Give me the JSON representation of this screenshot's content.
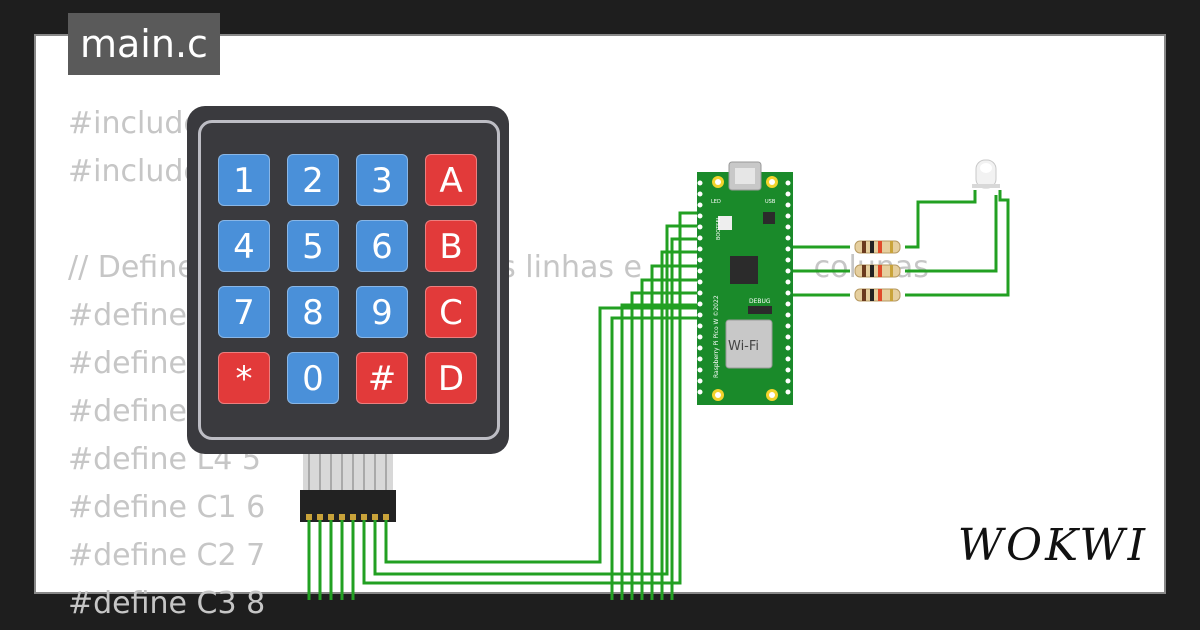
{
  "editor": {
    "tab_label": "main.c",
    "code_lines": [
      "#include",
      "#include",
      "",
      "// Define                              as linhas e                  colunas",
      "#define",
      "#define",
      "#define",
      "#define L4 5",
      "#define C1 6",
      "#define C2 7",
      "#define C3 8"
    ]
  },
  "keypad": {
    "keys": [
      {
        "label": "1",
        "color": "blue"
      },
      {
        "label": "2",
        "color": "blue"
      },
      {
        "label": "3",
        "color": "blue"
      },
      {
        "label": "A",
        "color": "red"
      },
      {
        "label": "4",
        "color": "blue"
      },
      {
        "label": "5",
        "color": "blue"
      },
      {
        "label": "6",
        "color": "blue"
      },
      {
        "label": "B",
        "color": "red"
      },
      {
        "label": "7",
        "color": "blue"
      },
      {
        "label": "8",
        "color": "blue"
      },
      {
        "label": "9",
        "color": "blue"
      },
      {
        "label": "C",
        "color": "red"
      },
      {
        "label": "*",
        "color": "red"
      },
      {
        "label": "0",
        "color": "blue"
      },
      {
        "label": "#",
        "color": "red"
      },
      {
        "label": "D",
        "color": "red"
      }
    ]
  },
  "board": {
    "wifi_label": "Wi-Fi",
    "silk_text": "Raspberry Pi Pico W ©2022",
    "debug_label": "DEBUG",
    "led_label": "LED",
    "usb_label": "USB",
    "bootsel_label": "BOOTSEL"
  },
  "brand": {
    "logo": "WOKWI"
  },
  "colors": {
    "wire": "#22a022",
    "board": "#1a8a2a",
    "key_blue": "#4a90d9",
    "key_red": "#e23a3a",
    "keypad_body": "#3a3a3e"
  }
}
